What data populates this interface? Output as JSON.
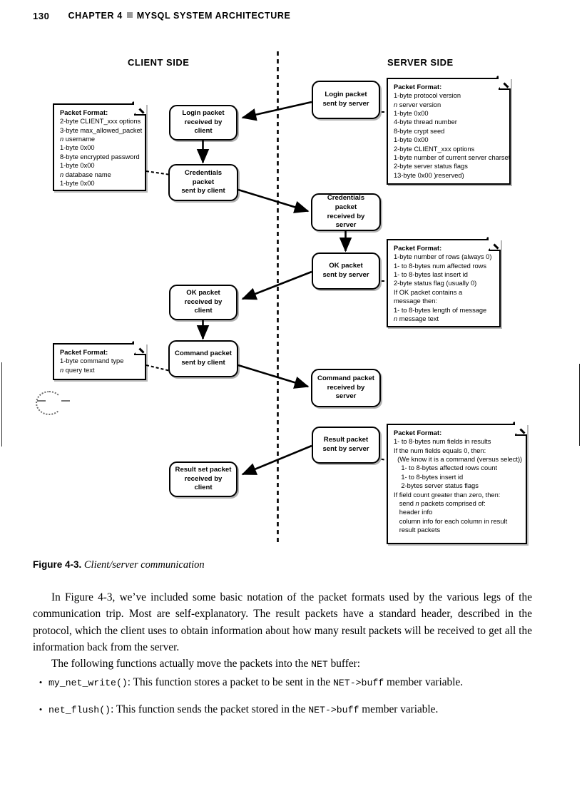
{
  "running_head": {
    "folio": "130",
    "chapter": "CHAPTER 4",
    "title": "MYSQL SYSTEM ARCHITECTURE",
    "separator_icon": "square-bullet-icon"
  },
  "figure": {
    "client_side_label": "CLIENT SIDE",
    "server_side_label": "SERVER SIDE",
    "divider": "dashed-vertical-divider",
    "nodes": [
      {
        "id": "login-sent-server",
        "lines": [
          "Login packet",
          "sent by server"
        ]
      },
      {
        "id": "login-received-client",
        "lines": [
          "Login packet",
          "received by client"
        ]
      },
      {
        "id": "credentials-sent-client",
        "lines": [
          "Credentials packet",
          "sent by client"
        ]
      },
      {
        "id": "credentials-received-server",
        "lines": [
          "Credentials packet",
          "received by server"
        ]
      },
      {
        "id": "ok-sent-server",
        "lines": [
          "OK packet",
          "sent by server"
        ]
      },
      {
        "id": "ok-received-client",
        "lines": [
          "OK packet",
          "received by client"
        ]
      },
      {
        "id": "command-sent-client",
        "lines": [
          "Command packet",
          "sent by client"
        ]
      },
      {
        "id": "command-received-server",
        "lines": [
          "Command packet",
          "received by",
          "server"
        ]
      },
      {
        "id": "result-sent-server",
        "lines": [
          "Result packet",
          "sent by server"
        ]
      },
      {
        "id": "result-received-client",
        "lines": [
          "Result set packet",
          "received by client"
        ]
      }
    ],
    "notes": [
      {
        "id": "note-client-credentials",
        "title": "Packet Format:",
        "lines": [
          "2-byte CLIENT_xxx options",
          "3-byte max_allowed_packet",
          "n-byte username",
          "1-byte 0x00",
          "8-byte encrypted password",
          "1-byte 0x00",
          "n-byte database name",
          "1-byte 0x00"
        ]
      },
      {
        "id": "note-server-login",
        "title": "Packet Format:",
        "lines": [
          "1-byte protocol version",
          "n-byte server version",
          "1-byte 0x00",
          "4-byte thread number",
          "8-byte crypt seed",
          "1-byte 0x00",
          "2-byte CLIENT_xxx options",
          "1-byte number of current server charset",
          "2-byte server status flags",
          "13-byte 0x00 )reserved)"
        ]
      },
      {
        "id": "note-server-ok",
        "title": "Packet Format:",
        "lines": [
          "1-byte number of rows (always 0)",
          "1- to 8-bytes num affected rows",
          "1- to 8-bytes last insert id",
          "2-byte status flag (usually 0)",
          "If OK packet contains a",
          "message then:",
          "1- to 8-bytes length of message",
          "n-bytes message text"
        ]
      },
      {
        "id": "note-client-command",
        "title": "Packet Format:",
        "lines": [
          "1-byte command type",
          "n-byte query text"
        ]
      },
      {
        "id": "note-server-result",
        "title": "Packet Format:",
        "lines": [
          "1- to 8-bytes num fields in results",
          "If the num fields equals 0, then:",
          "  (We know it is a command (versus select))",
          "    1- to 8-bytes affected rows count",
          "    1- to 8-bytes insert id",
          "    2-bytes server status flags",
          "If field count greater than zero, then:",
          "   send n packets comprised of:",
          "   header info",
          "   column info for each column in result",
          "   result packets"
        ]
      }
    ]
  },
  "caption": {
    "label": "Figure 4-3.",
    "text": "Client/server communication"
  },
  "body": {
    "paragraph_1": "In Figure 4-3, we’ve included some basic notation of the packet formats used by the various legs of the communication trip. Most are self-explanatory. The result packets have a standard header, described in the protocol, which the client uses to obtain information about how many result packets will be received to get all the information back from the server.",
    "paragraph_2_pre": "The following functions actually move the packets into the ",
    "paragraph_2_code": "NET",
    "paragraph_2_post": " buffer:",
    "bullets": [
      {
        "code": "my_net_write()",
        "text_pre": ": This function stores a packet to be sent in the ",
        "code2": "NET->buff",
        "text_post": " member variable."
      },
      {
        "code": "net_flush()",
        "text_pre": ": This function sends the packet stored in the ",
        "code2": "NET->buff",
        "text_post": " member variable."
      }
    ]
  }
}
